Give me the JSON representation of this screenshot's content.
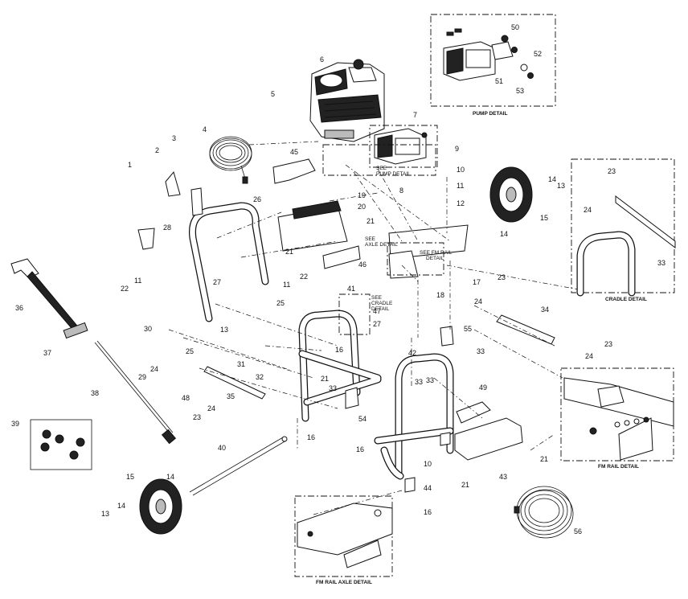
{
  "callouts": [
    "1",
    "2",
    "3",
    "4",
    "5",
    "6",
    "7",
    "8",
    "9",
    "10",
    "10",
    "11",
    "11",
    "11",
    "12",
    "13",
    "13",
    "13",
    "14",
    "14",
    "14",
    "14",
    "15",
    "15",
    "16",
    "16",
    "16",
    "16",
    "17",
    "18",
    "19",
    "20",
    "21",
    "21",
    "21",
    "21",
    "21",
    "22",
    "22",
    "23",
    "23",
    "23",
    "23",
    "24",
    "24",
    "24",
    "24",
    "24",
    "25",
    "25",
    "26",
    "27",
    "27",
    "28",
    "29",
    "30",
    "31",
    "32",
    "33",
    "33",
    "33",
    "33",
    "33",
    "34",
    "35",
    "36",
    "37",
    "38",
    "39",
    "40",
    "41",
    "42",
    "43",
    "44",
    "45",
    "46",
    "47",
    "48",
    "49",
    "50",
    "51",
    "52",
    "53",
    "54",
    "55",
    "56"
  ],
  "details": {
    "pump": "PUMP DETAIL",
    "cradle": "CRADLE DETAIL",
    "fm_rail": "FM RAIL DETAIL",
    "fm_rail_axle": "FM RAIL AXLE DETAIL"
  },
  "see_refs": {
    "pump": [
      "SEE",
      "PUMP DETAIL"
    ],
    "axle": [
      "SEE",
      "AXLE DETAIL"
    ],
    "fm_rail": [
      "SEE FM RAIL",
      "DETAIL"
    ],
    "cradle": [
      "SEE",
      "CRADLE",
      "DETAIL"
    ]
  },
  "icons": [
    "engine-icon",
    "pump-icon",
    "hose-icon",
    "wheel-icon",
    "handle-frame-icon",
    "spray-gun-icon",
    "lance-icon",
    "nozzle-tips-icon",
    "axle-icon",
    "bracket-icon"
  ]
}
